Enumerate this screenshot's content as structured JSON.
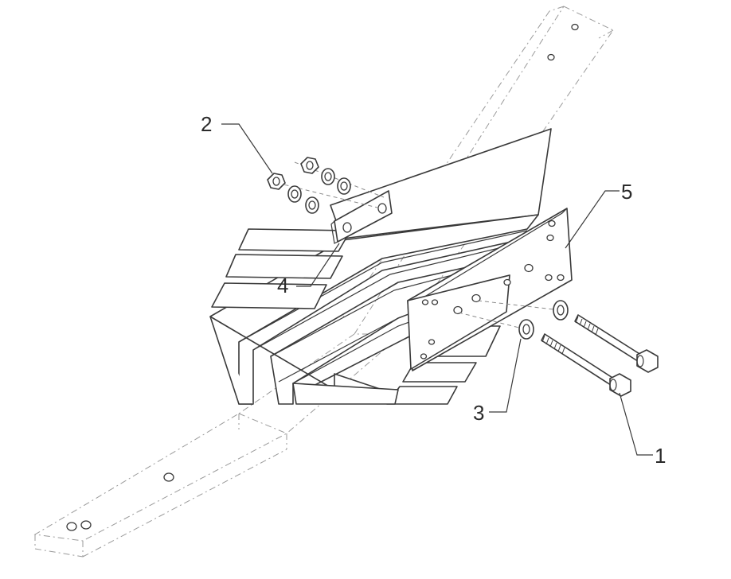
{
  "diagram": {
    "callouts": [
      {
        "id": "1",
        "label": "1"
      },
      {
        "id": "2",
        "label": "2"
      },
      {
        "id": "3",
        "label": "3"
      },
      {
        "id": "4",
        "label": "4"
      },
      {
        "id": "5",
        "label": "5"
      }
    ]
  },
  "colors": {
    "line": "#3a3a3a",
    "ghost": "#9a9a9a",
    "background": "#ffffff"
  }
}
